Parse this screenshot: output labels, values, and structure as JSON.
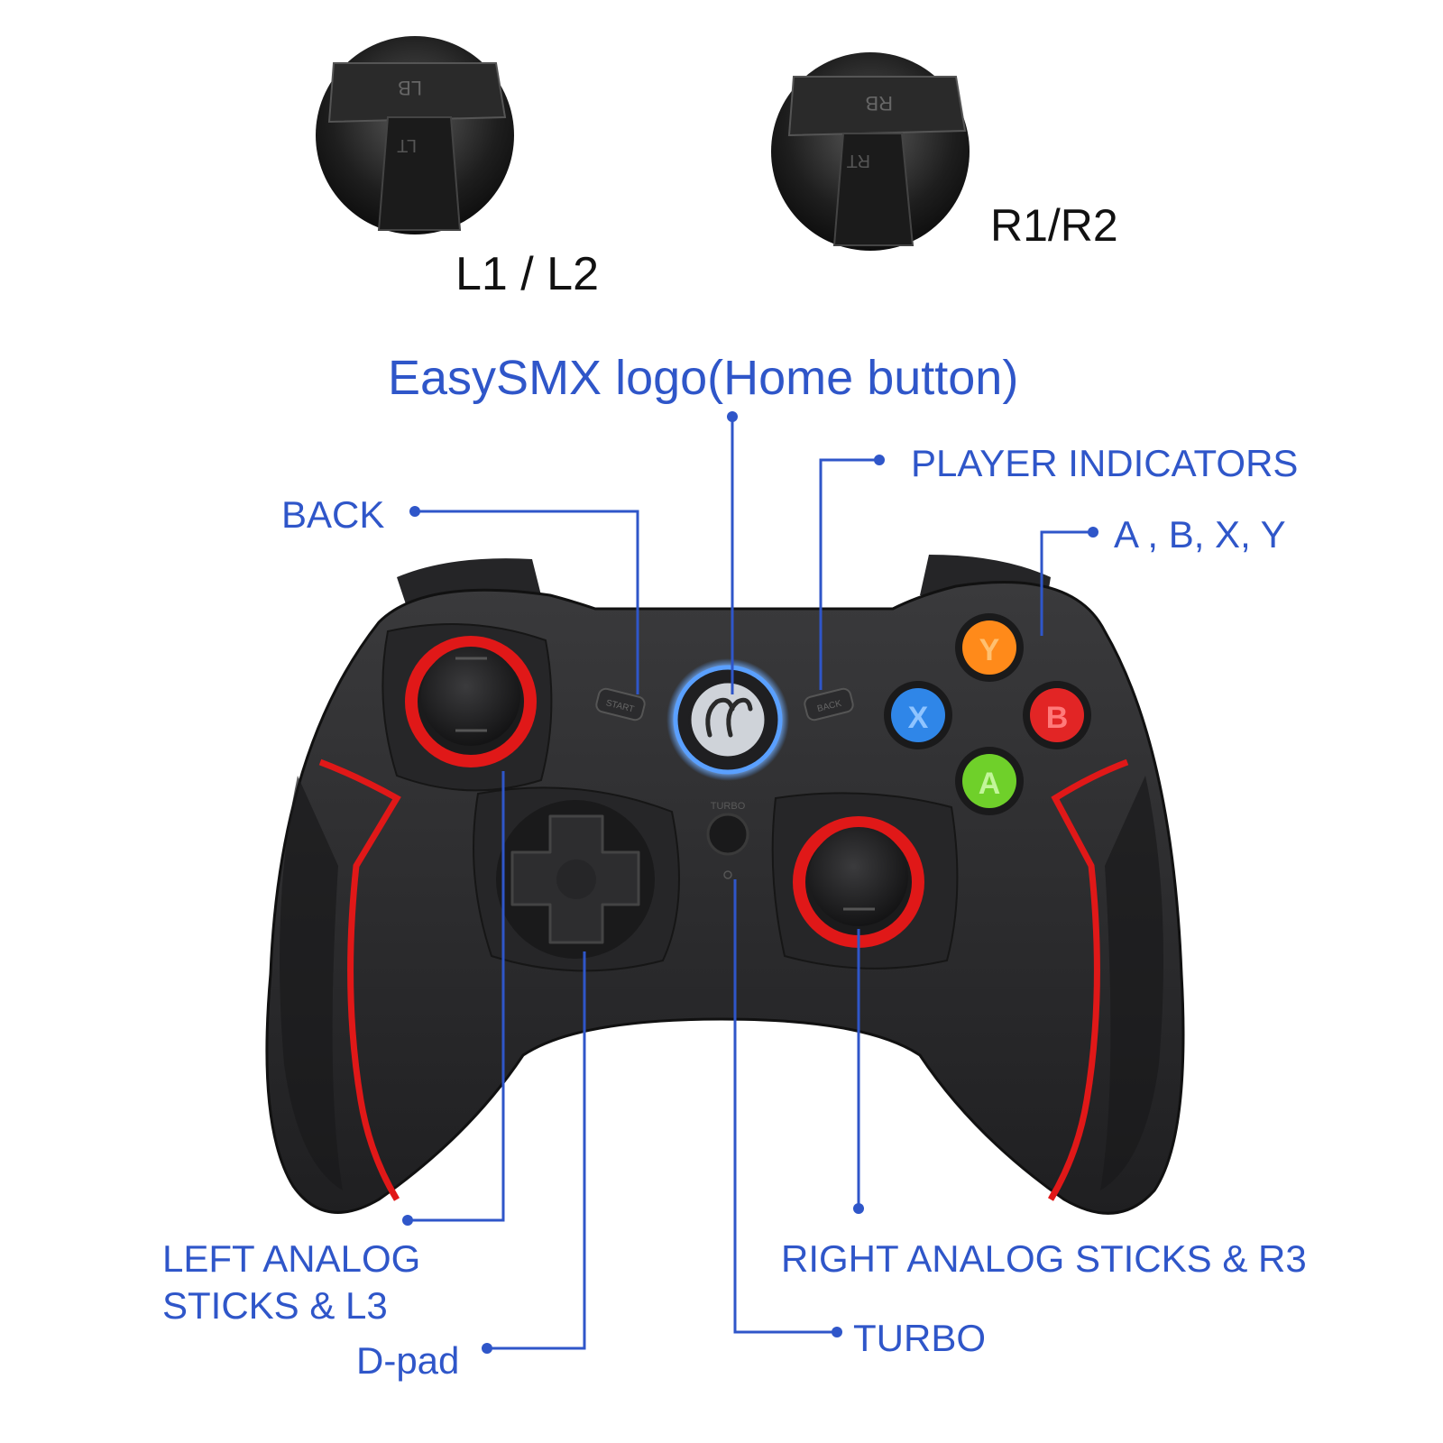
{
  "top_insets": {
    "left_label": "L1 / L2",
    "right_label": "R1/R2",
    "left_button_marks": [
      "LB",
      "LT"
    ],
    "right_button_marks": [
      "RB",
      "RT"
    ]
  },
  "title": "EasySMX logo(Home button)",
  "callouts": {
    "player_indicators": "PLAYER INDICATORS",
    "back": "BACK",
    "abxy": "A , B,  X, Y",
    "left_stick_line1": "LEFT ANALOG",
    "left_stick_line2": "STICKS & L3",
    "right_stick": "RIGHT ANALOG  STICKS & R3",
    "dpad": "D-pad",
    "turbo": "TURBO"
  },
  "controller": {
    "start_label": "START",
    "back_label": "BACK",
    "turbo_label": "TURBO",
    "face_buttons": [
      {
        "letter": "Y",
        "color": "#ff8a1a"
      },
      {
        "letter": "X",
        "color": "#2f86e8"
      },
      {
        "letter": "B",
        "color": "#e22525"
      },
      {
        "letter": "A",
        "color": "#6fd02a"
      }
    ],
    "body_color": "#2a2a2c",
    "accent_color": "#e01818",
    "home_ring_color": "#5aa0ff"
  },
  "colors": {
    "callout": "#2f56c9",
    "text_black": "#111111"
  }
}
